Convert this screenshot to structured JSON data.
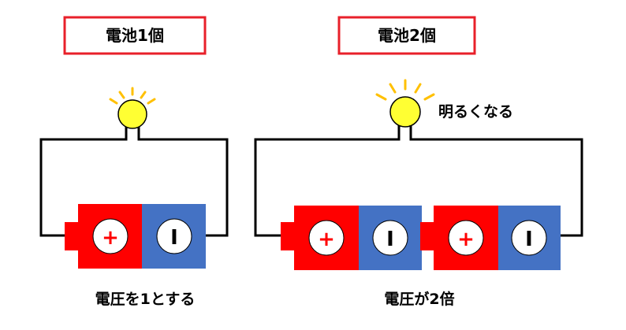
{
  "panels": {
    "left": {
      "title": "電池1個",
      "caption": "電圧を1とする",
      "battery_count": 1
    },
    "right": {
      "title": "電池2個",
      "caption": "電圧が2倍",
      "note": "明るくなる",
      "battery_count": 2
    }
  },
  "battery": {
    "plus_symbol": "+",
    "minus_symbol": "I"
  },
  "colors": {
    "title_border": "#e8202a",
    "battery_positive": "#ff0000",
    "battery_negative": "#4472c4",
    "bulb": "#ffff33",
    "bulb_rays": "#ffc000",
    "wire": "#000000"
  }
}
